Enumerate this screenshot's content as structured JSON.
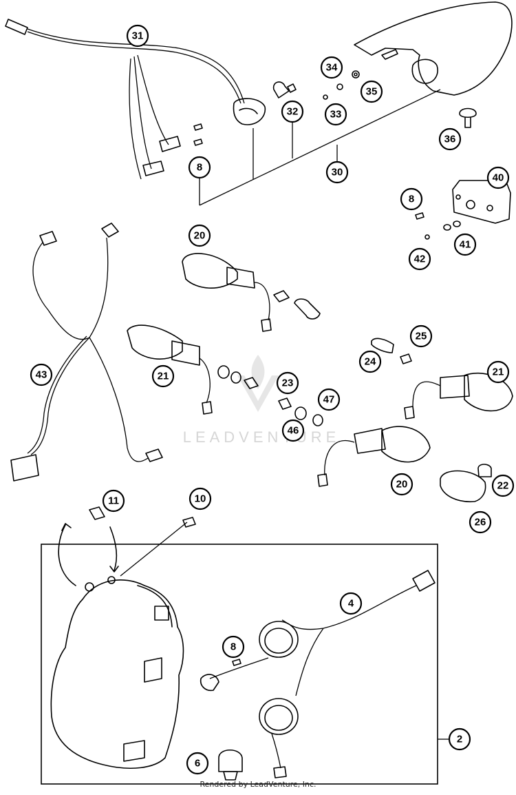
{
  "watermark_text": "LEADVENTURE",
  "footer_text": "Rendered by LeadVenture, Inc.",
  "callouts": {
    "c2": "2",
    "c4": "4",
    "c6": "6",
    "c8a": "8",
    "c8b": "8",
    "c8c": "8",
    "c10": "10",
    "c11": "11",
    "c20a": "20",
    "c20b": "20",
    "c21a": "21",
    "c21b": "21",
    "c22": "22",
    "c23": "23",
    "c24": "24",
    "c25": "25",
    "c26": "26",
    "c30": "30",
    "c31": "31",
    "c32": "32",
    "c33": "33",
    "c34": "34",
    "c35": "35",
    "c36": "36",
    "c40": "40",
    "c41": "41",
    "c42": "42",
    "c43": "43",
    "c46": "46",
    "c47": "47"
  }
}
